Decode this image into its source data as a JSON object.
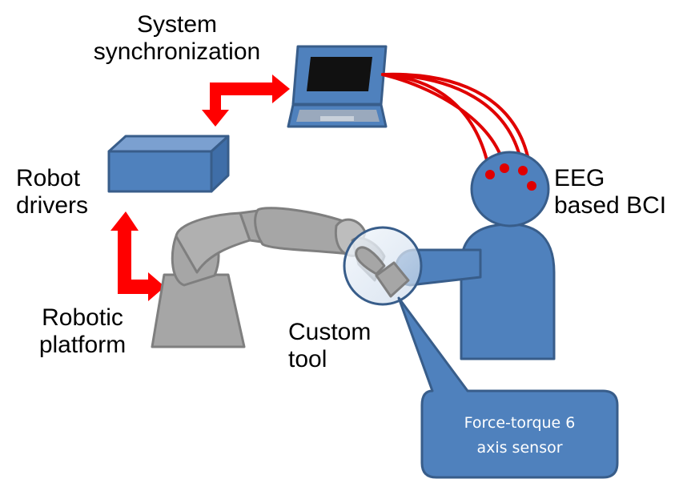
{
  "colors": {
    "robot_gray": "#a6a6a6",
    "robot_outline": "#7f7f7f",
    "box_blue": "#4f81bd",
    "box_outline": "#385d8a",
    "arrow_red": "#ff0000",
    "electrode_red": "#e00000"
  },
  "icons": {
    "laptop": "laptop-icon",
    "driver_box": "driver-box-icon",
    "person": "person-icon",
    "robot_arm": "robot-arm-icon",
    "tool": "custom-tool-icon"
  },
  "labels": {
    "system_sync": [
      "System",
      "synchronization"
    ],
    "robot_drivers": [
      "Robot",
      "drivers"
    ],
    "robotic_platform": [
      "Robotic",
      "platform"
    ],
    "custom_tool": [
      "Custom",
      "tool"
    ],
    "eeg_bci": [
      "EEG",
      "based BCI"
    ],
    "sensor_callout": [
      "Force-torque 6",
      "axis sensor"
    ]
  }
}
